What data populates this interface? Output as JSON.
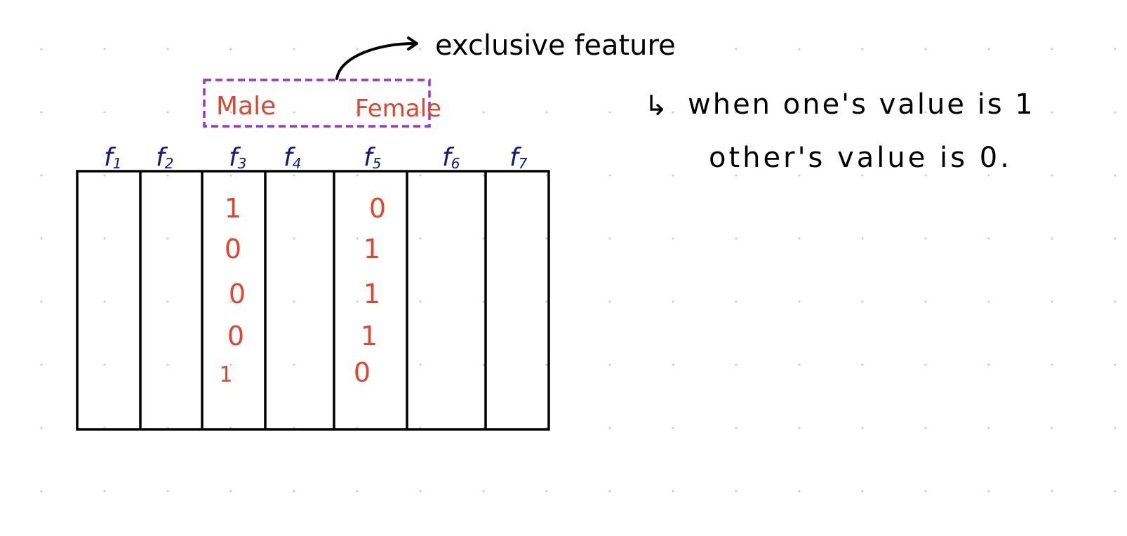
{
  "colors": {
    "ink": "#000000",
    "feature": "#14148a",
    "value": "#e0452f",
    "box": "#9a33d6"
  },
  "features": [
    {
      "main": "f",
      "sub": "1"
    },
    {
      "main": "f",
      "sub": "2"
    },
    {
      "main": "f",
      "sub": "3"
    },
    {
      "main": "f",
      "sub": "4"
    },
    {
      "main": "f",
      "sub": "5"
    },
    {
      "main": "f",
      "sub": "6"
    },
    {
      "main": "f",
      "sub": "7"
    }
  ],
  "exclusive_group": {
    "left_label": "Male",
    "right_label": "Female"
  },
  "columns": {
    "f3": [
      "1",
      "0",
      "0",
      "0",
      "1"
    ],
    "f5": [
      "0",
      "1",
      "1",
      "1",
      "0"
    ]
  },
  "annotation": {
    "title": "exclusive feature",
    "arrow_glyph": "↳",
    "line1": "when one's value is 1",
    "line2": "other's value is 0."
  }
}
